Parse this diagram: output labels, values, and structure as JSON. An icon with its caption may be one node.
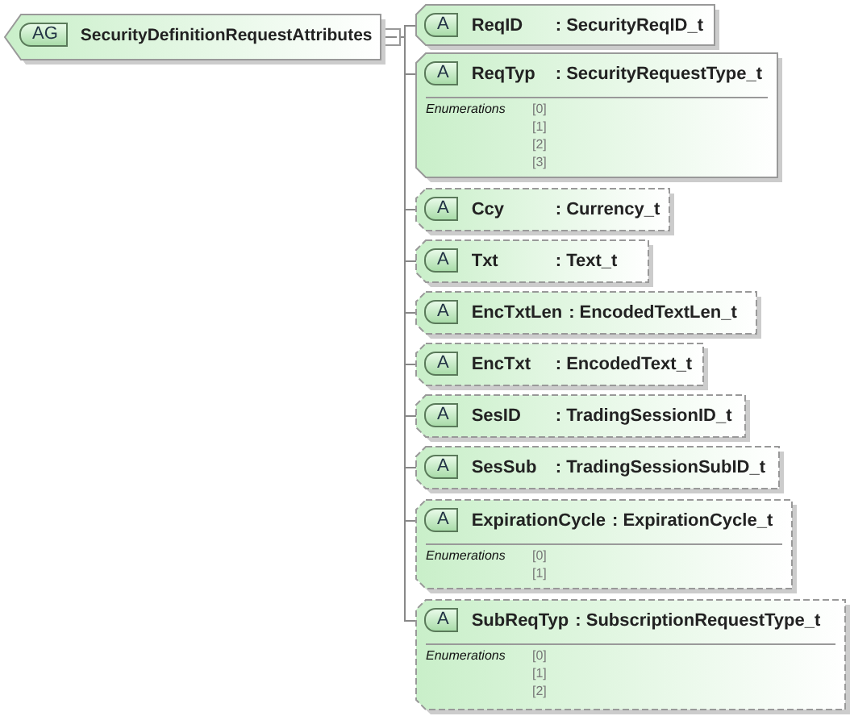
{
  "diagram": {
    "nodes": [
      {
        "text": [
          "AG",
          "SecurityDefinitionRequestAttributes"
        ]
      },
      {
        "text": [
          "A",
          "ReqID",
          ": SecurityReqID_t"
        ]
      },
      {
        "text": [
          "A",
          "ReqTyp",
          ": SecurityRequestType_t",
          "Enumerations",
          "[0] [1] [2] [3]"
        ]
      },
      {
        "text": [
          "A",
          "Ccy",
          ": Currency_t"
        ]
      },
      {
        "text": [
          "A",
          "Txt",
          ": Text_t"
        ]
      },
      {
        "text": [
          "A",
          "EncTxtLen",
          ": EncodedTextLen_t"
        ]
      },
      {
        "text": [
          "A",
          "EncTxt",
          ": EncodedText_t"
        ]
      },
      {
        "text": [
          "A",
          "SesID",
          ": TradingSessionID_t"
        ]
      },
      {
        "text": [
          "A",
          "SesSub",
          ": TradingSessionSubID_t"
        ]
      },
      {
        "text": [
          "A",
          "ExpirationCycle",
          ": ExpirationCycle_t",
          "Enumerations",
          "[0] [1]"
        ]
      },
      {
        "text": [
          "A",
          "SubReqTyp",
          ": SubscriptionRequestType_t",
          "Enumerations",
          "[0] [1] [2]"
        ]
      }
    ],
    "edges": [
      {
        "from": 0,
        "to": 1,
        "arrow": "none"
      },
      {
        "from": 0,
        "to": 2,
        "arrow": "none"
      },
      {
        "from": 0,
        "to": 3,
        "arrow": "none"
      },
      {
        "from": 0,
        "to": 4,
        "arrow": "none"
      },
      {
        "from": 0,
        "to": 5,
        "arrow": "none"
      },
      {
        "from": 0,
        "to": 6,
        "arrow": "none"
      },
      {
        "from": 0,
        "to": 7,
        "arrow": "none"
      },
      {
        "from": 0,
        "to": 8,
        "arrow": "none"
      },
      {
        "from": 0,
        "to": 9,
        "arrow": "none"
      },
      {
        "from": 0,
        "to": 10,
        "arrow": "none"
      }
    ]
  }
}
